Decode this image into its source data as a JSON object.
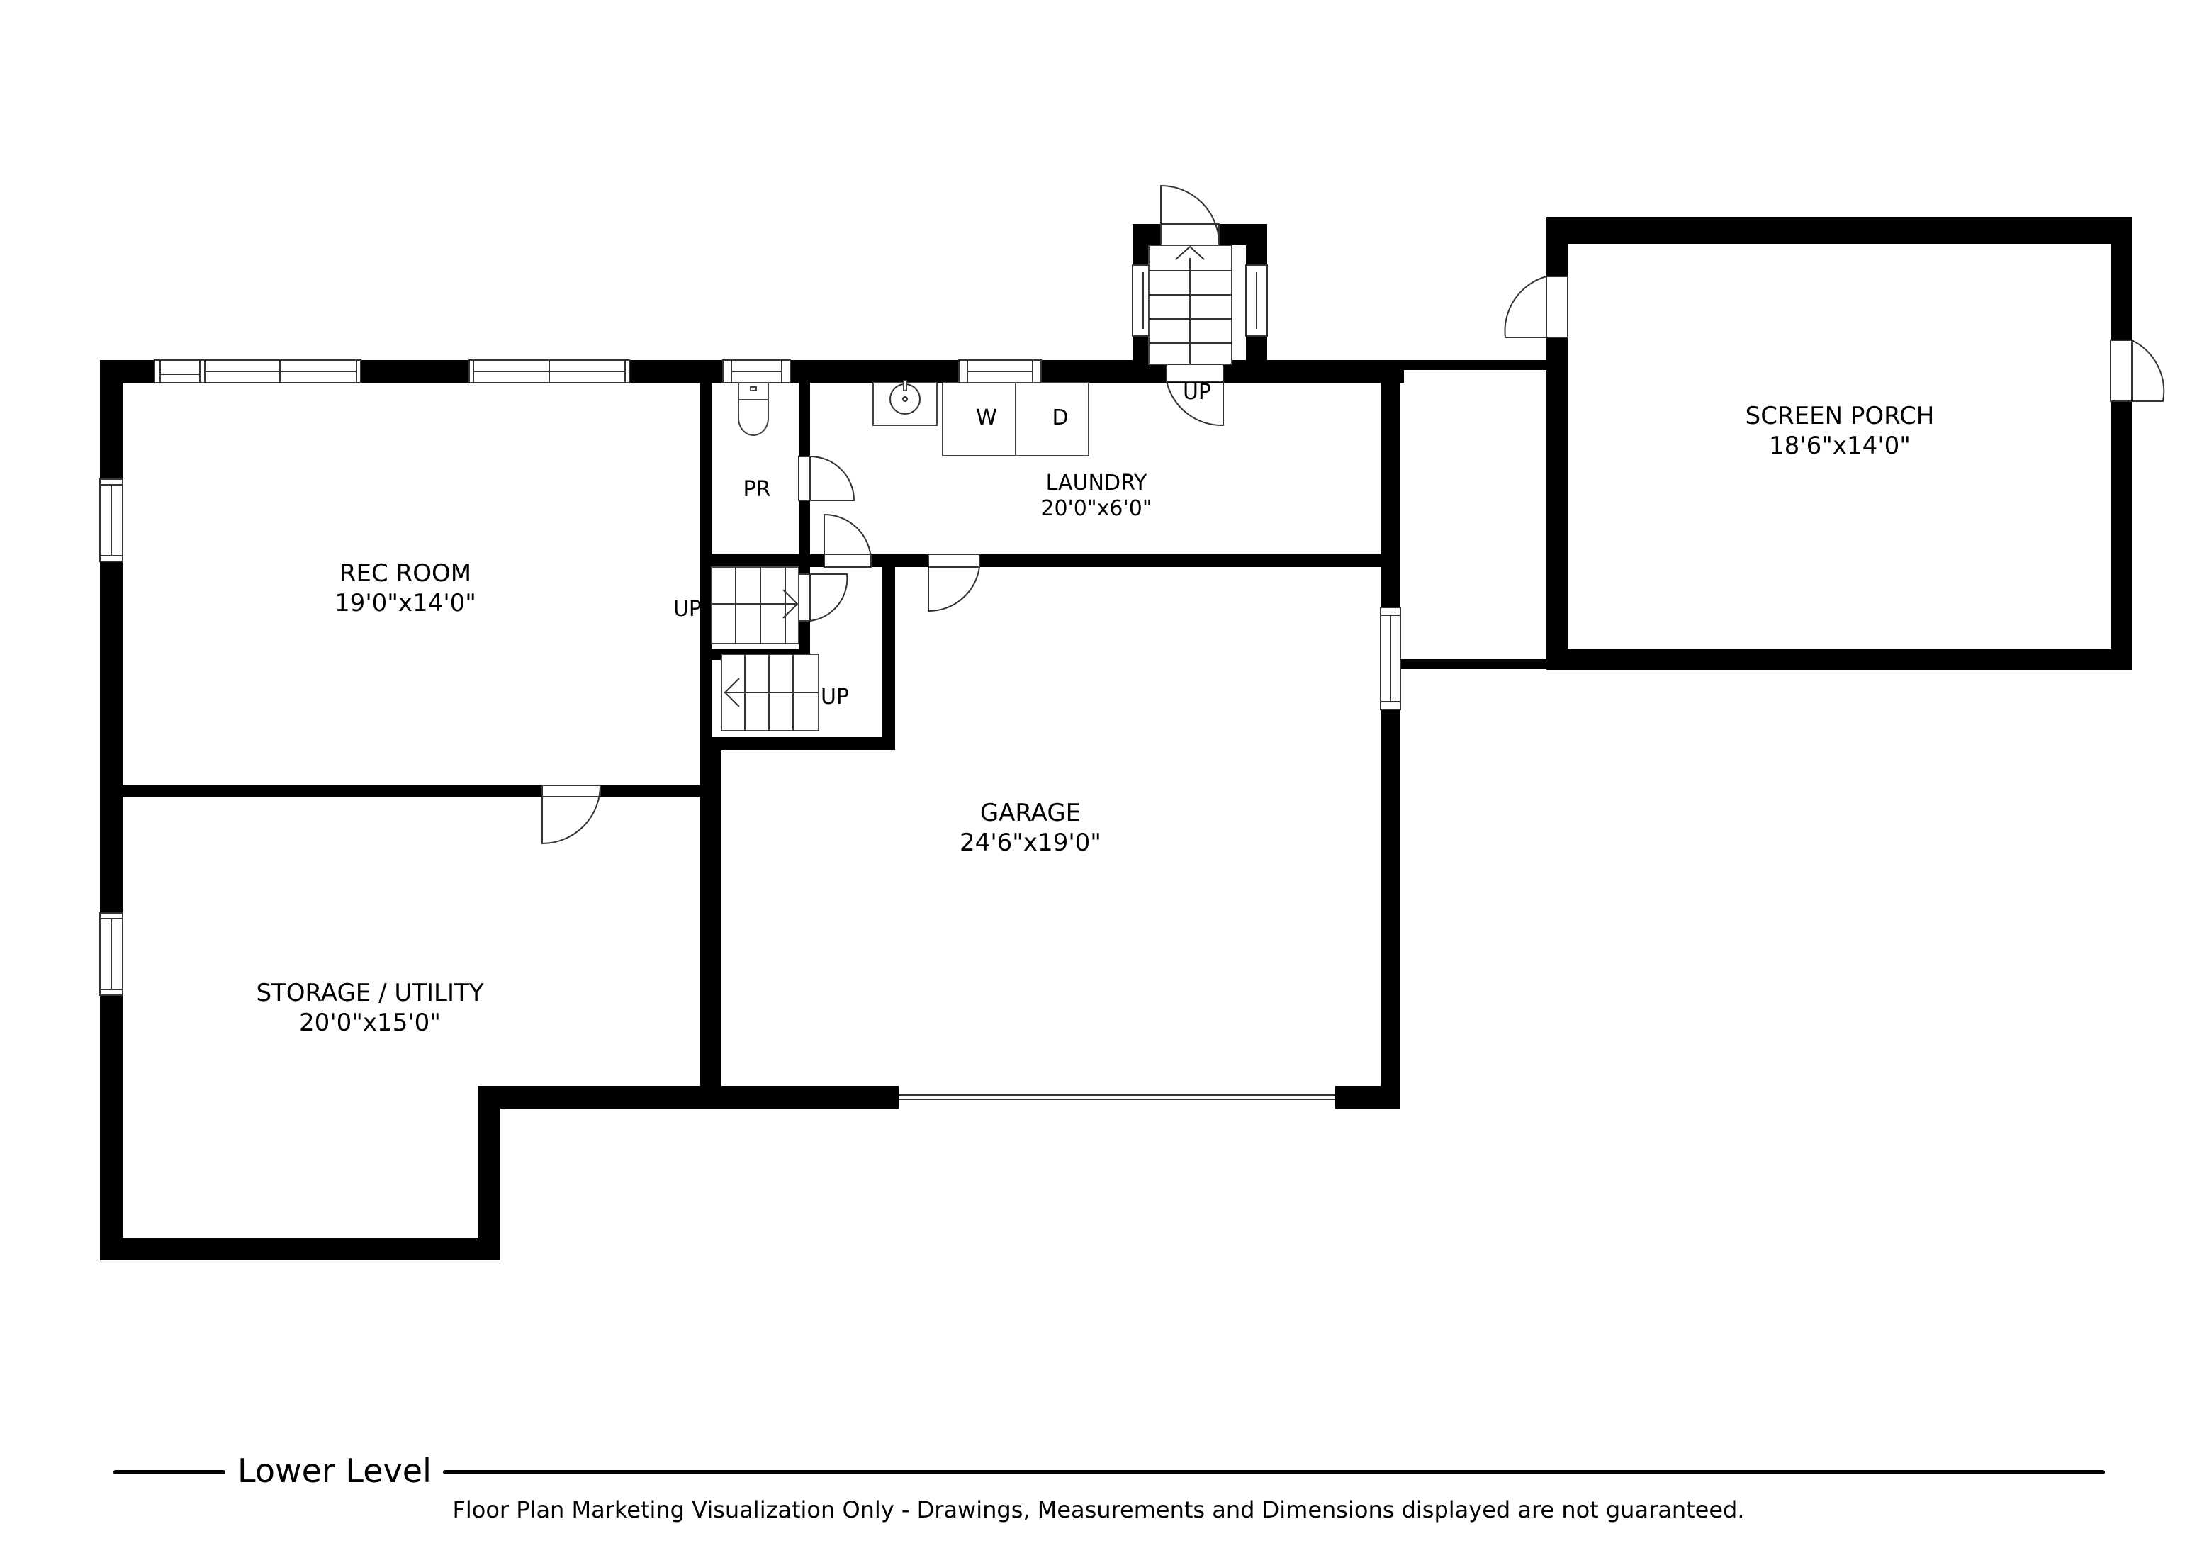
{
  "floor": {
    "level_title": "Lower Level",
    "disclaimer": "Floor Plan Marketing Visualization Only - Drawings, Measurements and Dimensions displayed are not guaranteed."
  },
  "rooms": {
    "rec_room": {
      "name": "REC ROOM",
      "dims": "19'0\"x14'0\""
    },
    "storage_utility": {
      "name": "STORAGE / UTILITY",
      "dims": "20'0\"x15'0\""
    },
    "powder_room": {
      "name": "PR"
    },
    "laundry": {
      "name": "LAUNDRY",
      "dims": "20'0\"x6'0\""
    },
    "garage": {
      "name": "GARAGE",
      "dims": "24'6\"x19'0\""
    },
    "screen_porch": {
      "name": "SCREEN PORCH",
      "dims": "18'6\"x14'0\""
    }
  },
  "fixtures": {
    "washer": "W",
    "dryer": "D"
  },
  "stairs": {
    "stair_rec": "UP",
    "stair_lower": "UP",
    "stair_exterior": "UP"
  },
  "colors": {
    "wall": "#000000",
    "background": "#ffffff",
    "line": "#333333"
  }
}
